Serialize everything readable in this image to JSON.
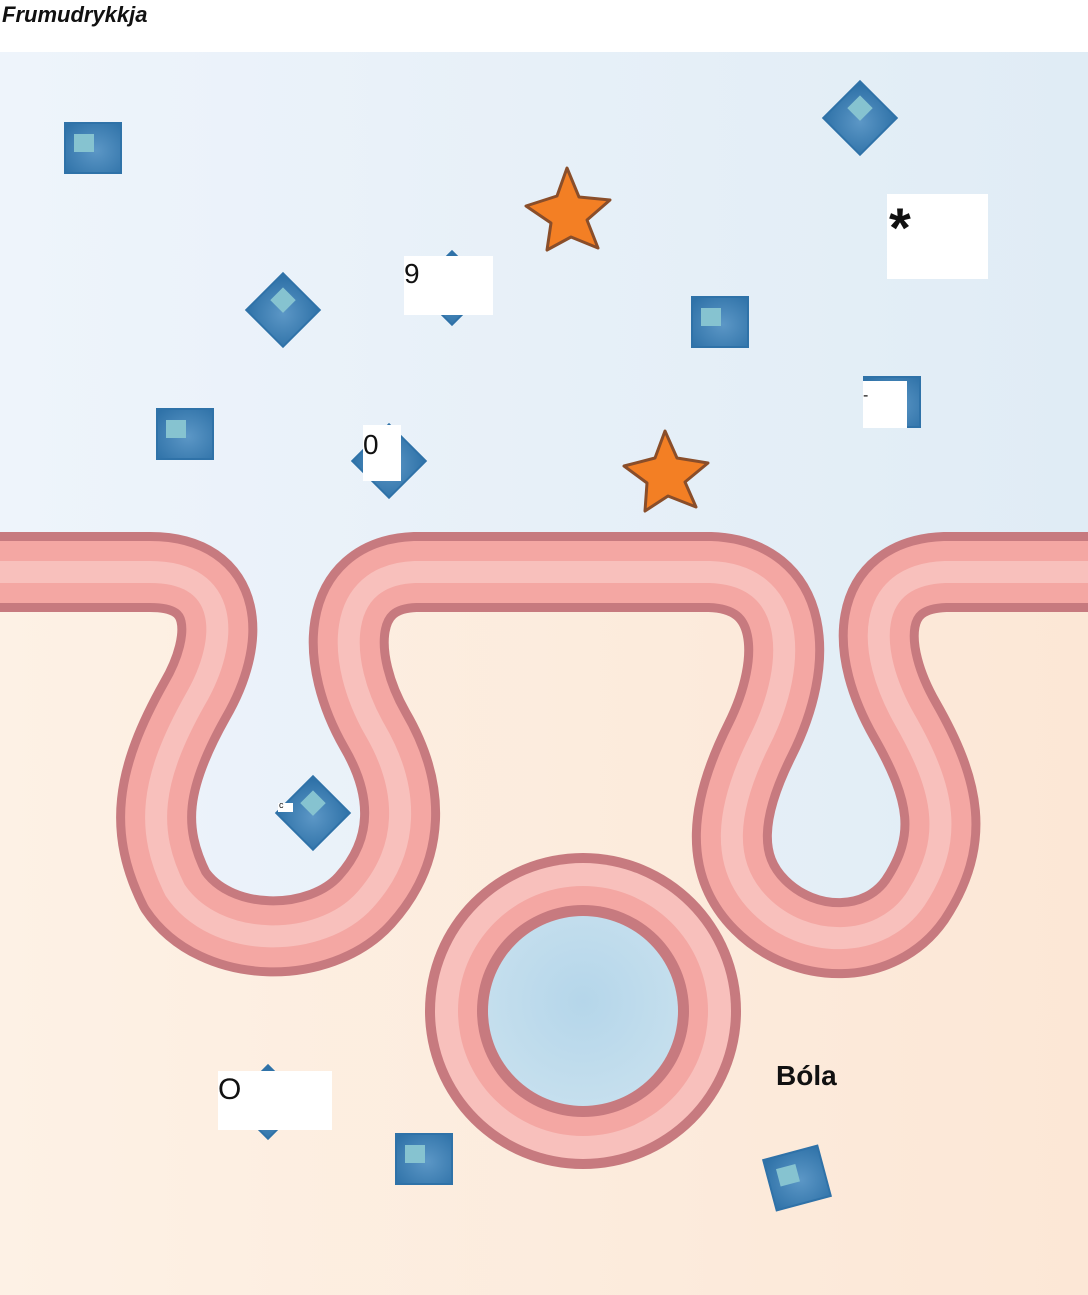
{
  "title": "Frumudrykkja",
  "vesicle_label": "Bóla",
  "tags": {
    "tag_a": "9",
    "tag_b": "*",
    "tag_c": "0",
    "tag_d": "-",
    "tag_e": "c",
    "tag_f": "O"
  },
  "colors": {
    "extracellular": "#e6eff8",
    "cytoplasm": "#fcebdc",
    "membrane_outline": "#c77a7f",
    "membrane_outer": "#f4a7a3",
    "membrane_inner": "#f8c0bc",
    "vesicle_lumen": "#bedaea",
    "molecule_dark": "#2f72a8",
    "molecule_light": "#86c3d0",
    "star_fill": "#f37f24",
    "star_stroke": "#8a4e2a"
  },
  "icons": [
    "square-molecule-icon",
    "star-ligand-icon"
  ]
}
